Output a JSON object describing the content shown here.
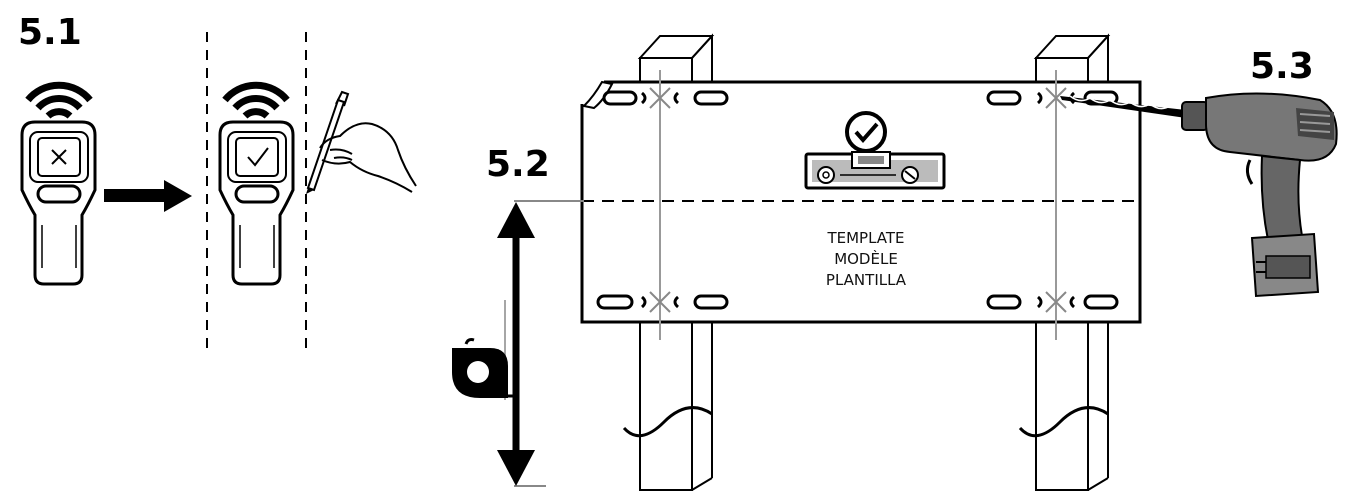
{
  "steps": {
    "step1": "5.1",
    "step2": "5.2",
    "step3": "5.3"
  },
  "template": {
    "line1": "TEMPLATE",
    "line2": "MODÈLE",
    "line3": "PLANTILLA"
  },
  "icons": {
    "scanner_before": "x-mark-icon",
    "scanner_after": "check-mark-icon",
    "wireless": "wifi-signal-icon",
    "level": "bubble-level-icon",
    "level_check": "circle-check-icon",
    "tape": "tape-measure-icon",
    "drill": "power-drill-icon",
    "pencil": "hand-with-pencil-icon"
  },
  "colors": {
    "ink": "#000000",
    "guide_line": "#999999",
    "background": "#ffffff"
  }
}
